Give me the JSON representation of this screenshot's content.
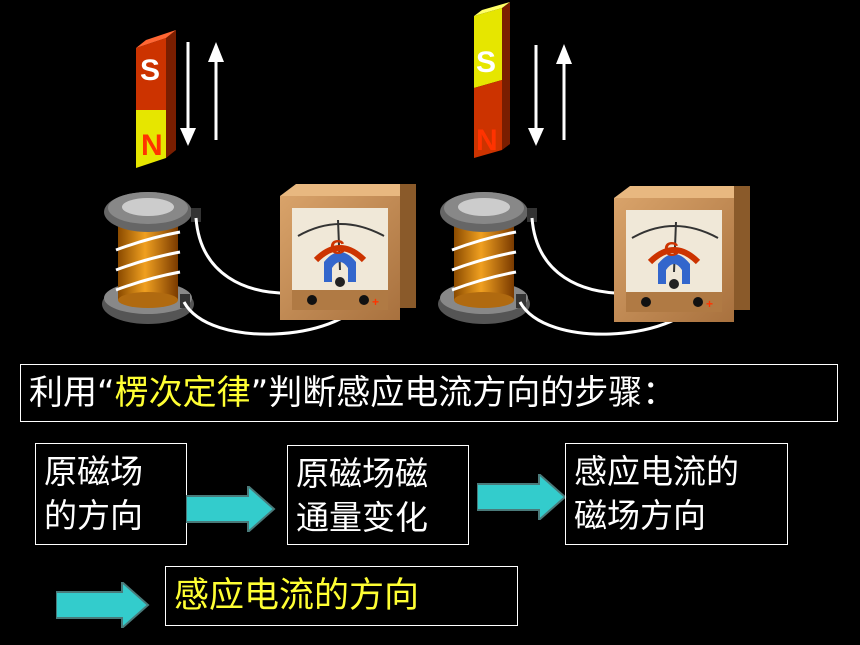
{
  "magnet1": {
    "top_pole": "S",
    "bottom_pole": "N"
  },
  "magnet2": {
    "top_pole": "S",
    "bottom_pole": "N"
  },
  "galvanometer": {
    "label": "G",
    "terminal_plus": "+"
  },
  "title": {
    "prefix": "利用“",
    "law": "楞次定律",
    "suffix": "”判断感应电流方向的步骤："
  },
  "steps": [
    {
      "line1": "原磁场",
      "line2": "的方向"
    },
    {
      "line1": "原磁场磁",
      "line2": "通量变化"
    },
    {
      "line1": "感应电流的",
      "line2": "磁场方向"
    }
  ],
  "result": "感应电流的方向",
  "colors": {
    "background": "#000000",
    "highlight": "#ffff33",
    "arrow_fill": "#33cccc",
    "pole_red": "#cc3300",
    "pole_yellow": "#e6e600"
  }
}
